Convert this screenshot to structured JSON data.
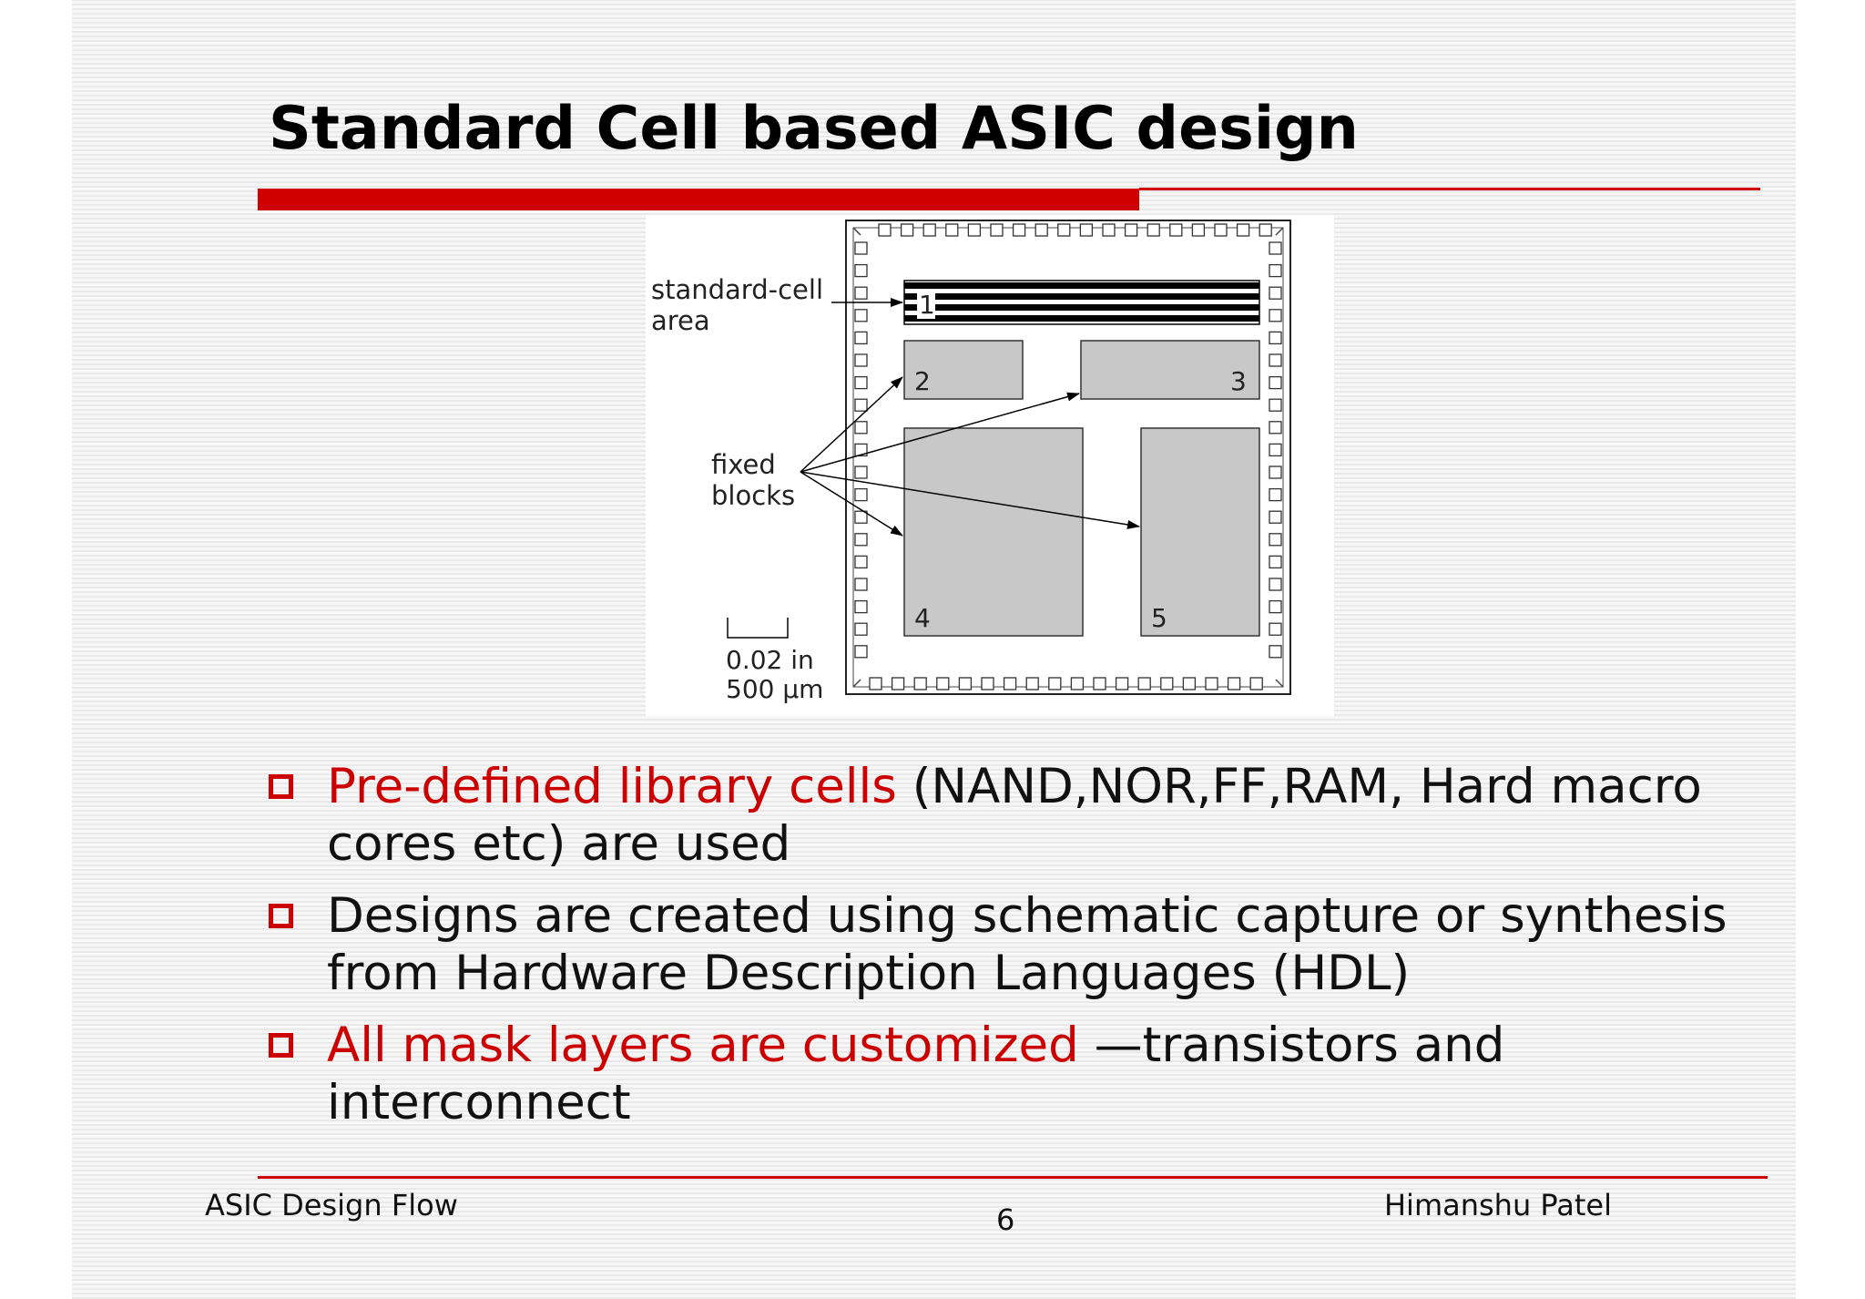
{
  "slide": {
    "title": "Standard Cell based ASIC design",
    "figure": {
      "labels": {
        "standard_cell_line1": "standard-cell",
        "standard_cell_line2": "area",
        "fixed_line1": "fixed",
        "fixed_line2": "blocks",
        "scale_in": "0.02 in",
        "scale_um": "500 µm"
      },
      "block_numbers": [
        "1",
        "2",
        "3",
        "4",
        "5"
      ]
    },
    "bullets": [
      {
        "highlight": "Pre-defined library cells",
        "text": " (NAND,NOR,FF,RAM, Hard macro cores etc) are used"
      },
      {
        "highlight": "",
        "text": "Designs are created using schematic capture or synthesis from Hardware Description Languages (HDL)"
      },
      {
        "highlight": "All mask layers are customized",
        "text": " —transistors and interconnect"
      }
    ],
    "footer": {
      "left": "ASIC Design Flow",
      "page_number": "6",
      "right": "Himanshu Patel"
    },
    "colors": {
      "accent_red": "#cc0000",
      "block_gray": "#c8c8c8"
    }
  }
}
